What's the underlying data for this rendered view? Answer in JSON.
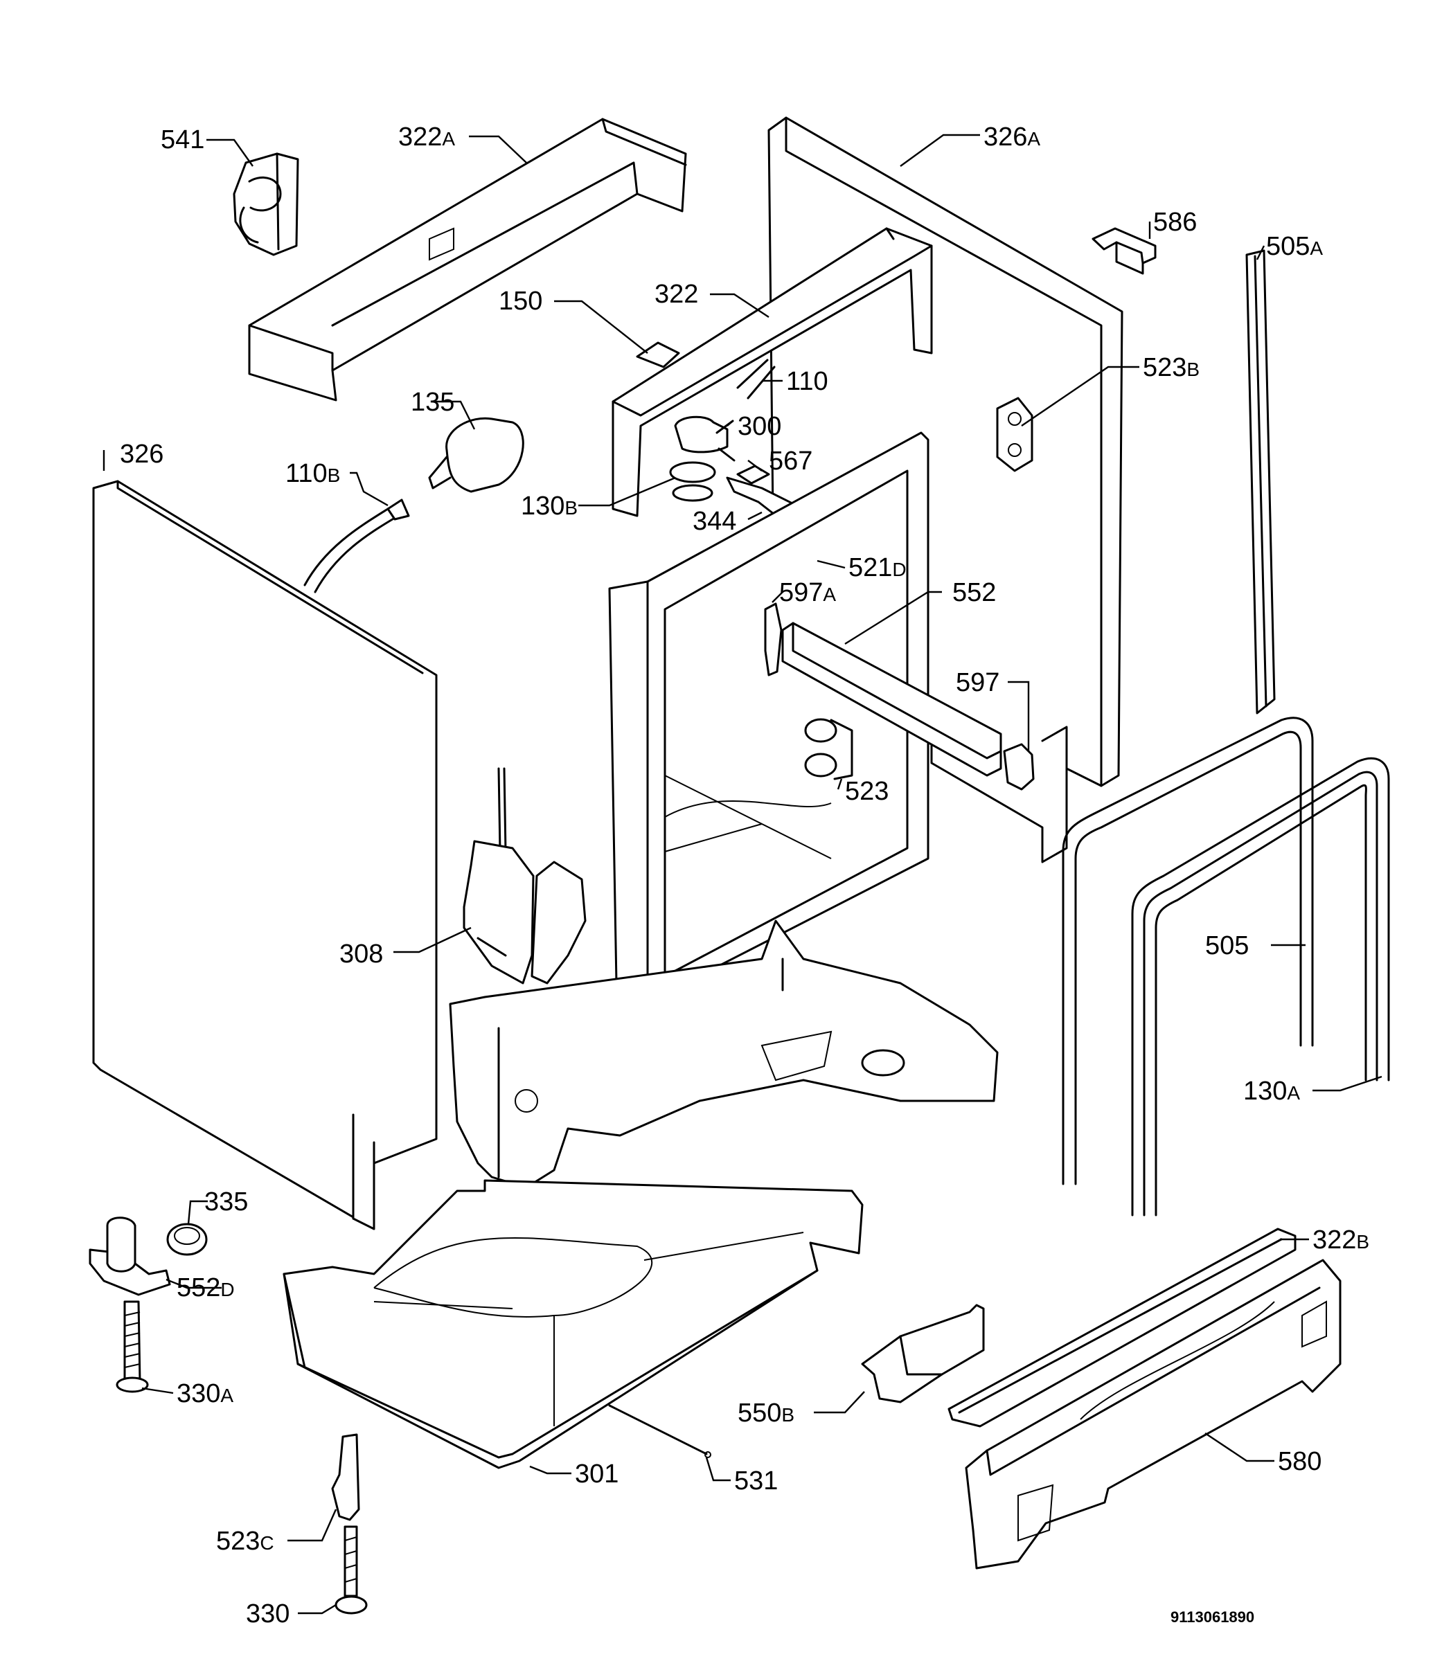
{
  "parts": [
    {
      "id": "p541",
      "num": "541",
      "sfx": ""
    },
    {
      "id": "p322a",
      "num": "322",
      "sfx": "A"
    },
    {
      "id": "p326a",
      "num": "326",
      "sfx": "A"
    },
    {
      "id": "p586",
      "num": "586",
      "sfx": ""
    },
    {
      "id": "p505a",
      "num": "505",
      "sfx": "A"
    },
    {
      "id": "p150",
      "num": "150",
      "sfx": ""
    },
    {
      "id": "p322",
      "num": "322",
      "sfx": ""
    },
    {
      "id": "p110",
      "num": "110",
      "sfx": ""
    },
    {
      "id": "p523b",
      "num": "523",
      "sfx": "B"
    },
    {
      "id": "p135",
      "num": "135",
      "sfx": ""
    },
    {
      "id": "p300",
      "num": "300",
      "sfx": ""
    },
    {
      "id": "p326",
      "num": "326",
      "sfx": ""
    },
    {
      "id": "p567",
      "num": "567",
      "sfx": ""
    },
    {
      "id": "p110b",
      "num": "110",
      "sfx": "B"
    },
    {
      "id": "p130b",
      "num": "130",
      "sfx": "B"
    },
    {
      "id": "p344",
      "num": "344",
      "sfx": ""
    },
    {
      "id": "p521d",
      "num": "521",
      "sfx": "D"
    },
    {
      "id": "p597a",
      "num": "597",
      "sfx": "A"
    },
    {
      "id": "p552",
      "num": "552",
      "sfx": ""
    },
    {
      "id": "p597",
      "num": "597",
      "sfx": ""
    },
    {
      "id": "p523",
      "num": "523",
      "sfx": ""
    },
    {
      "id": "p308",
      "num": "308",
      "sfx": ""
    },
    {
      "id": "p505",
      "num": "505",
      "sfx": ""
    },
    {
      "id": "p130a",
      "num": "130",
      "sfx": "A"
    },
    {
      "id": "p335",
      "num": "335",
      "sfx": ""
    },
    {
      "id": "p322b",
      "num": "322",
      "sfx": "B"
    },
    {
      "id": "p552d",
      "num": "552",
      "sfx": "D"
    },
    {
      "id": "p330a",
      "num": "330",
      "sfx": "A"
    },
    {
      "id": "p550b",
      "num": "550",
      "sfx": "B"
    },
    {
      "id": "p580",
      "num": "580",
      "sfx": ""
    },
    {
      "id": "p301",
      "num": "301",
      "sfx": ""
    },
    {
      "id": "p531",
      "num": "531",
      "sfx": ""
    },
    {
      "id": "p523c",
      "num": "523",
      "sfx": "C"
    },
    {
      "id": "p330",
      "num": "330",
      "sfx": ""
    }
  ],
  "drawing_code": "9113061890"
}
